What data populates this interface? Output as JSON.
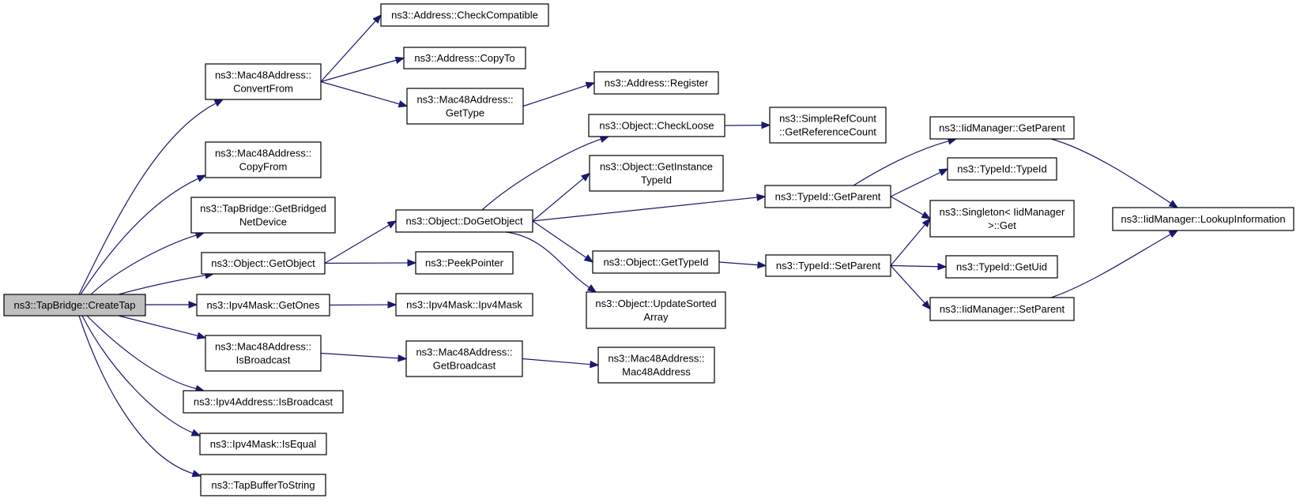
{
  "title": "ns3::TapBridge::CreateTap call graph",
  "colors": {
    "edge": "#191970",
    "root_fill": "#bfbfbf",
    "node_fill": "#ffffff",
    "border": "#000000"
  },
  "nodes": [
    {
      "id": "CreateTap",
      "lines": [
        "ns3::TapBridge::CreateTap"
      ],
      "root": true
    },
    {
      "id": "ConvertFrom",
      "lines": [
        "ns3::Mac48Address::",
        "ConvertFrom"
      ]
    },
    {
      "id": "CopyFrom",
      "lines": [
        "ns3::Mac48Address::",
        "CopyFrom"
      ]
    },
    {
      "id": "GetBridgedNetDevice",
      "lines": [
        "ns3::TapBridge::GetBridged",
        "NetDevice"
      ]
    },
    {
      "id": "GetObject",
      "lines": [
        "ns3::Object::GetObject"
      ]
    },
    {
      "id": "GetOnes",
      "lines": [
        "ns3::Ipv4Mask::GetOnes"
      ]
    },
    {
      "id": "MacIsBroadcast",
      "lines": [
        "ns3::Mac48Address::",
        "IsBroadcast"
      ]
    },
    {
      "id": "Ipv4IsBroadcast",
      "lines": [
        "ns3::Ipv4Address::IsBroadcast"
      ]
    },
    {
      "id": "IsEqual",
      "lines": [
        "ns3::Ipv4Mask::IsEqual"
      ]
    },
    {
      "id": "TapBufferToString",
      "lines": [
        "ns3::TapBufferToString"
      ]
    },
    {
      "id": "CheckCompatible",
      "lines": [
        "ns3::Address::CheckCompatible"
      ]
    },
    {
      "id": "CopyTo",
      "lines": [
        "ns3::Address::CopyTo"
      ]
    },
    {
      "id": "GetType",
      "lines": [
        "ns3::Mac48Address::",
        "GetType"
      ]
    },
    {
      "id": "DoGetObject",
      "lines": [
        "ns3::Object::DoGetObject"
      ]
    },
    {
      "id": "PeekPointer",
      "lines": [
        "ns3::PeekPointer"
      ]
    },
    {
      "id": "Ipv4MaskCtor",
      "lines": [
        "ns3::Ipv4Mask::Ipv4Mask"
      ]
    },
    {
      "id": "GetBroadcast",
      "lines": [
        "ns3::Mac48Address::",
        "GetBroadcast"
      ]
    },
    {
      "id": "Register",
      "lines": [
        "ns3::Address::Register"
      ]
    },
    {
      "id": "CheckLoose",
      "lines": [
        "ns3::Object::CheckLoose"
      ]
    },
    {
      "id": "GetInstanceTypeId",
      "lines": [
        "ns3::Object::GetInstance",
        "TypeId"
      ]
    },
    {
      "id": "ObjGetTypeId",
      "lines": [
        "ns3::Object::GetTypeId"
      ]
    },
    {
      "id": "UpdateSortedArray",
      "lines": [
        "ns3::Object::UpdateSorted",
        "Array"
      ]
    },
    {
      "id": "Mac48Ctor",
      "lines": [
        "ns3::Mac48Address::",
        "Mac48Address"
      ]
    },
    {
      "id": "GetReferenceCount",
      "lines": [
        "ns3::SimpleRefCount",
        "::GetReferenceCount"
      ]
    },
    {
      "id": "TypeIdGetParent",
      "lines": [
        "ns3::TypeId::GetParent"
      ]
    },
    {
      "id": "TypeIdSetParent",
      "lines": [
        "ns3::TypeId::SetParent"
      ]
    },
    {
      "id": "IidGetParent",
      "lines": [
        "ns3::IidManager::GetParent"
      ]
    },
    {
      "id": "TypeIdCtor",
      "lines": [
        "ns3::TypeId::TypeId"
      ]
    },
    {
      "id": "SingletonGet",
      "lines": [
        "ns3::Singleton< IidManager",
        ">::Get"
      ]
    },
    {
      "id": "GetUid",
      "lines": [
        "ns3::TypeId::GetUid"
      ]
    },
    {
      "id": "IidSetParent",
      "lines": [
        "ns3::IidManager::SetParent"
      ]
    },
    {
      "id": "LookupInformation",
      "lines": [
        "ns3::IidManager::LookupInformation"
      ]
    }
  ],
  "edges": [
    [
      "CreateTap",
      "ConvertFrom"
    ],
    [
      "CreateTap",
      "CopyFrom"
    ],
    [
      "CreateTap",
      "GetBridgedNetDevice"
    ],
    [
      "CreateTap",
      "GetObject"
    ],
    [
      "CreateTap",
      "GetOnes"
    ],
    [
      "CreateTap",
      "MacIsBroadcast"
    ],
    [
      "CreateTap",
      "Ipv4IsBroadcast"
    ],
    [
      "CreateTap",
      "IsEqual"
    ],
    [
      "CreateTap",
      "TapBufferToString"
    ],
    [
      "ConvertFrom",
      "CheckCompatible"
    ],
    [
      "ConvertFrom",
      "CopyTo"
    ],
    [
      "ConvertFrom",
      "GetType"
    ],
    [
      "GetType",
      "Register"
    ],
    [
      "GetObject",
      "DoGetObject"
    ],
    [
      "GetObject",
      "PeekPointer"
    ],
    [
      "GetOnes",
      "Ipv4MaskCtor"
    ],
    [
      "MacIsBroadcast",
      "GetBroadcast"
    ],
    [
      "GetBroadcast",
      "Mac48Ctor"
    ],
    [
      "DoGetObject",
      "CheckLoose"
    ],
    [
      "DoGetObject",
      "GetInstanceTypeId"
    ],
    [
      "DoGetObject",
      "TypeIdGetParent"
    ],
    [
      "DoGetObject",
      "ObjGetTypeId"
    ],
    [
      "DoGetObject",
      "UpdateSortedArray"
    ],
    [
      "CheckLoose",
      "GetReferenceCount"
    ],
    [
      "ObjGetTypeId",
      "TypeIdSetParent"
    ],
    [
      "TypeIdGetParent",
      "IidGetParent"
    ],
    [
      "TypeIdGetParent",
      "TypeIdCtor"
    ],
    [
      "TypeIdGetParent",
      "SingletonGet"
    ],
    [
      "TypeIdSetParent",
      "SingletonGet"
    ],
    [
      "TypeIdSetParent",
      "GetUid"
    ],
    [
      "TypeIdSetParent",
      "IidSetParent"
    ],
    [
      "IidGetParent",
      "LookupInformation"
    ],
    [
      "IidSetParent",
      "LookupInformation"
    ]
  ]
}
